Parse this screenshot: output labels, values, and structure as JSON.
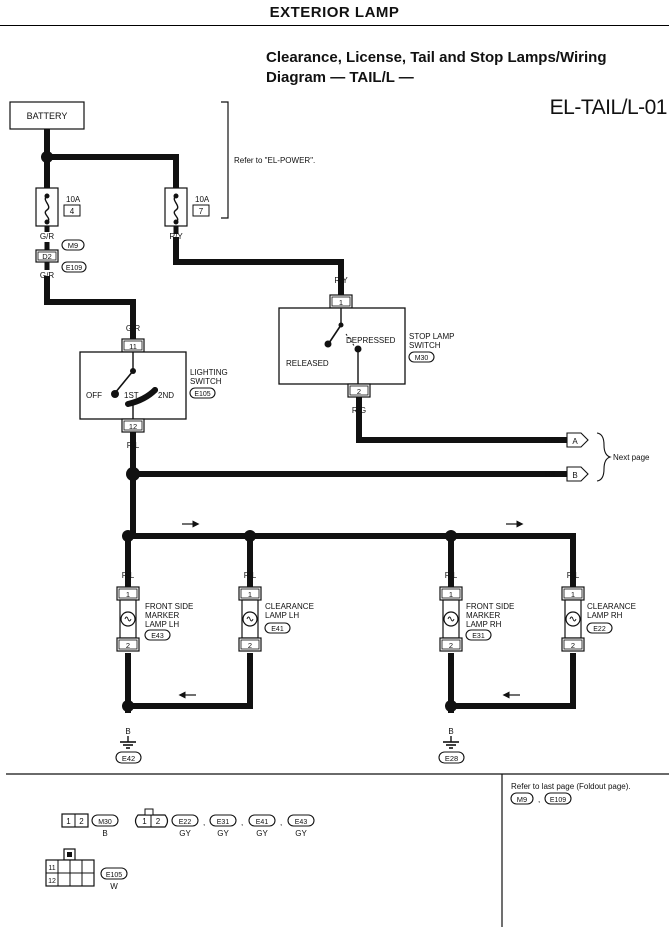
{
  "page": {
    "section_title": "EXTERIOR LAMP",
    "diagram_title_line1": "Clearance, License, Tail and Stop Lamps/Wiring",
    "diagram_title_line2": "Diagram — TAIL/L —",
    "diagram_code": "EL-TAIL/L-01"
  },
  "power": {
    "battery_label": "BATTERY",
    "refer_note": "Refer to \"EL-POWER\".",
    "fuse_left": {
      "rating": "10A",
      "number": "4"
    },
    "fuse_right": {
      "rating": "10A",
      "number": "7"
    }
  },
  "wires": {
    "g_r": "G/R",
    "r_y": "R/Y",
    "r_l": "R/L",
    "r_g": "R/G",
    "b": "B"
  },
  "connectors": {
    "m9": "M9",
    "d2": "D2",
    "e109": "E109",
    "lighting_pin_top": "11",
    "lighting_pin_bottom": "12",
    "stop_pin_top": "1",
    "stop_pin_bottom": "2",
    "lamp_pin_top": "1",
    "lamp_pin_bottom": "2"
  },
  "lighting_switch": {
    "name_line1": "LIGHTING",
    "name_line2": "SWITCH",
    "connector": "E105",
    "pos_off": "OFF",
    "pos_1st": "1ST",
    "pos_2nd": "2ND"
  },
  "stop_switch": {
    "name_line1": "STOP LAMP",
    "name_line2": "SWITCH",
    "connector": "M30",
    "depressed": "DEPRESSED",
    "released": "RELEASED"
  },
  "next_page": {
    "label": "Next page",
    "terminal_a": "A",
    "terminal_b": "B"
  },
  "lamps": [
    {
      "line1": "FRONT SIDE",
      "line2": "MARKER",
      "line3": "LAMP LH",
      "connector": "E43"
    },
    {
      "line1": "CLEARANCE",
      "line2": "LAMP LH",
      "line3": "",
      "connector": "E41"
    },
    {
      "line1": "FRONT SIDE",
      "line2": "MARKER",
      "line3": "LAMP RH",
      "connector": "E31"
    },
    {
      "line1": "CLEARANCE",
      "line2": "LAMP RH",
      "line3": "",
      "connector": "E22"
    }
  ],
  "grounds": {
    "left": "E42",
    "right": "E28"
  },
  "legend": {
    "refer_line": "Refer to last page (Foldout page).",
    "refer_conn1": "M9",
    "refer_conn2": "E109",
    "sep": ",",
    "conn_m30": "M30",
    "m30_color": "B",
    "pin1": "1",
    "pin2": "2",
    "pin11": "11",
    "pin12": "12",
    "e22": "E22",
    "e31": "E31",
    "e41": "E41",
    "e43": "E43",
    "gy": "GY",
    "e105": "E105",
    "e105_color": "W"
  }
}
